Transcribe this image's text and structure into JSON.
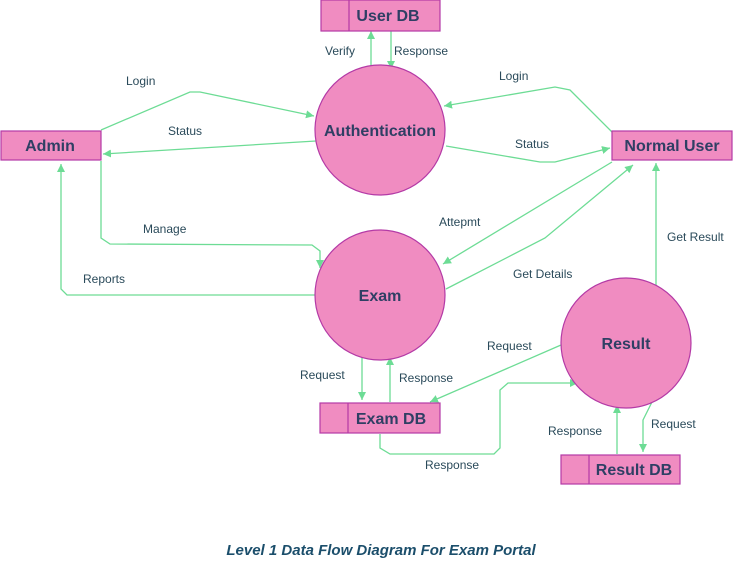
{
  "colors": {
    "node_fill": "#f08cc1",
    "node_stroke": "#b43aa6",
    "arrow": "#6ddc95",
    "label_text": "#2a4a5a",
    "caption_text": "#1b4e6b"
  },
  "entities": {
    "admin": "Admin",
    "normal_user": "Normal User"
  },
  "processes": {
    "authentication": "Authentication",
    "exam": "Exam",
    "result": "Result"
  },
  "stores": {
    "user_db": "User DB",
    "exam_db": "Exam DB",
    "result_db": "Result DB"
  },
  "flows": {
    "verify": "Verify",
    "response_userdb": "Response",
    "admin_login": "Login",
    "admin_status": "Status",
    "user_login": "Login",
    "user_status": "Status",
    "manage": "Manage",
    "reports": "Reports",
    "attempt": "Attepmt",
    "get_details": "Get Details",
    "get_result": "Get Result",
    "exam_request": "Request",
    "exam_response": "Response",
    "result_request_examdb": "Request",
    "examdb_response_result": "Response",
    "resultdb_response": "Response",
    "resultdb_request": "Request"
  },
  "caption": "Level 1 Data Flow Diagram For Exam Portal"
}
